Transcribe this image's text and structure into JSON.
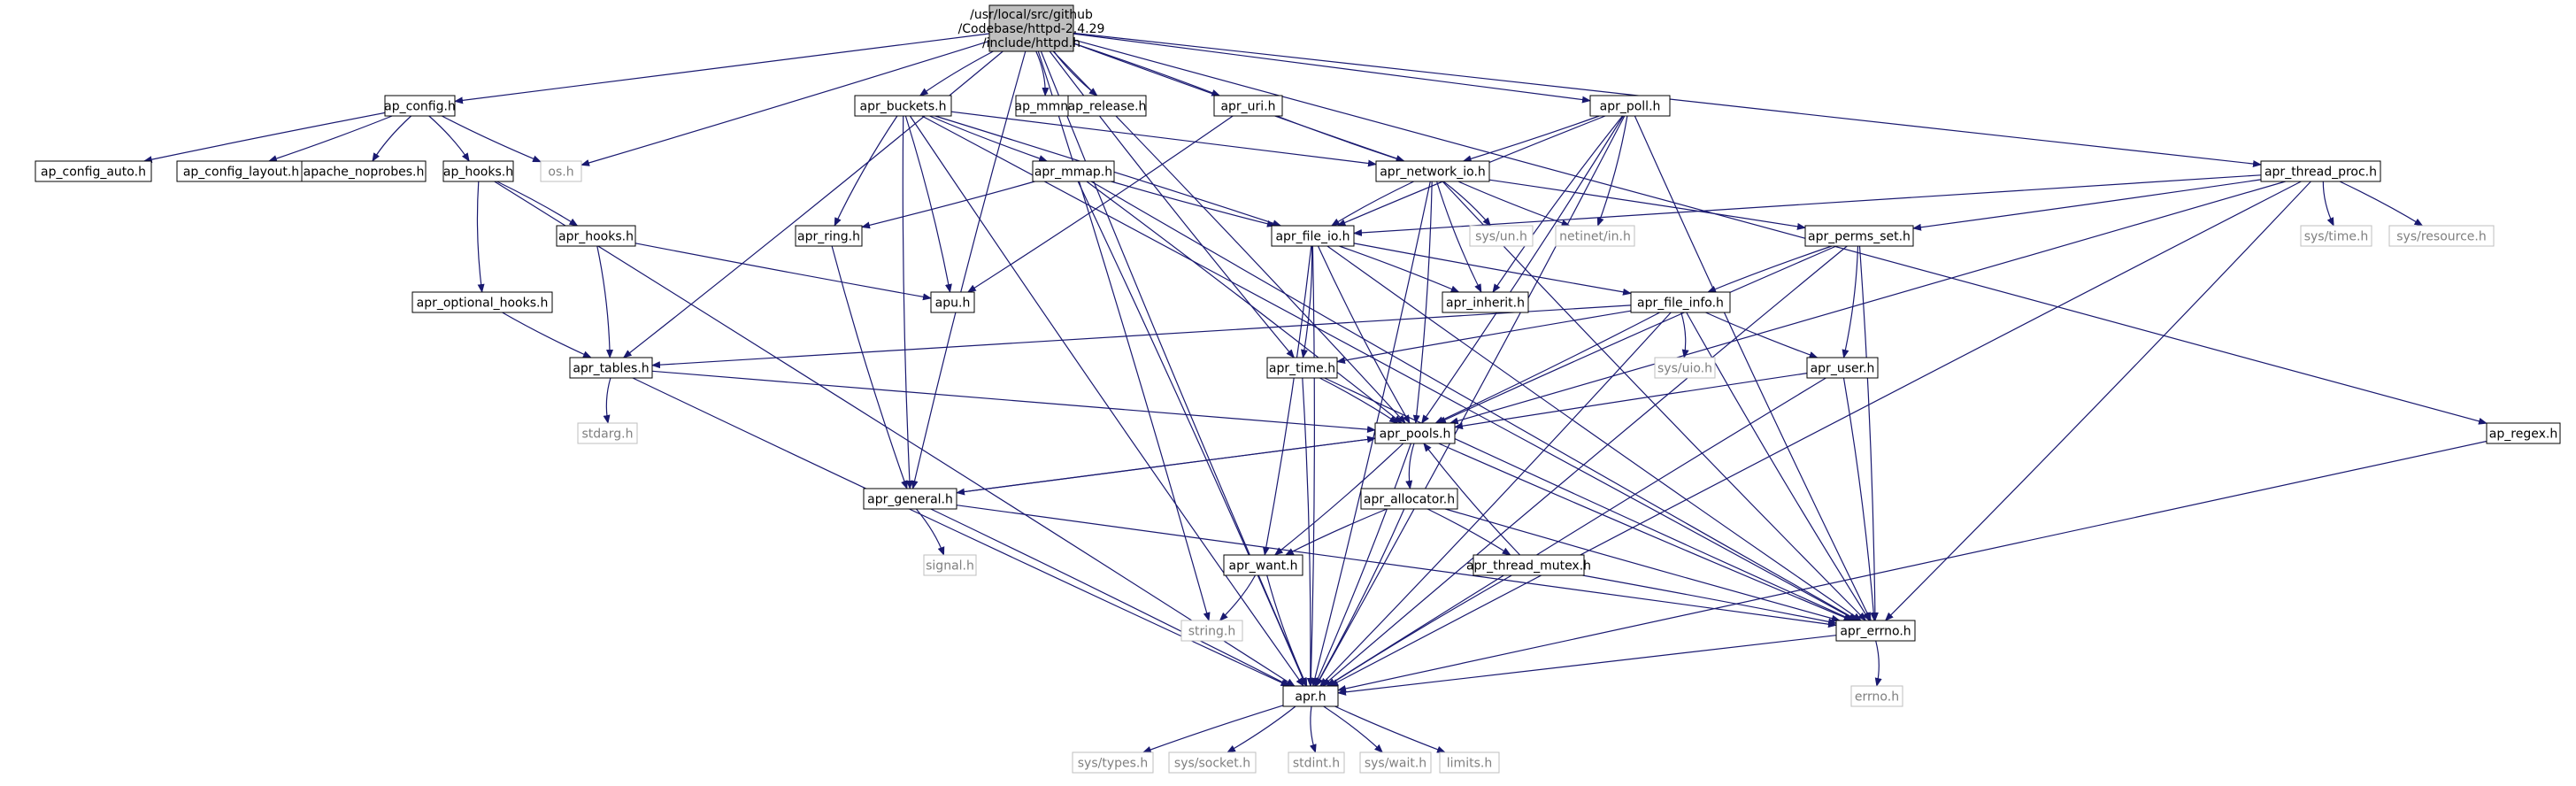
{
  "title": "/usr/local/src/github/Codebase/httpd-2.4.29/include/httpd.h",
  "root": {
    "id": "root",
    "lines": [
      "/usr/local/src/github",
      "/Codebase/httpd-2.4.29",
      "/include/httpd.h"
    ]
  },
  "nodes": [
    {
      "id": "ap_config",
      "label": "ap_config.h"
    },
    {
      "id": "os",
      "label": "os.h",
      "system": true
    },
    {
      "id": "ap_buckets",
      "label": "apr_buckets.h"
    },
    {
      "id": "ap_mmn",
      "label": "ap_mmn.h"
    },
    {
      "id": "ap_release",
      "label": "ap_release.h"
    },
    {
      "id": "apr_uri",
      "label": "apr_uri.h"
    },
    {
      "id": "apr_poll",
      "label": "apr_poll.h"
    },
    {
      "id": "ap_config_auto",
      "label": "ap_config_auto.h"
    },
    {
      "id": "ap_config_layout",
      "label": "ap_config_layout.h"
    },
    {
      "id": "apache_noprobes",
      "label": "apache_noprobes.h"
    },
    {
      "id": "ap_hooks",
      "label": "ap_hooks.h"
    },
    {
      "id": "apr_mmap",
      "label": "apr_mmap.h"
    },
    {
      "id": "apr_network_io",
      "label": "apr_network_io.h"
    },
    {
      "id": "apr_thread_proc",
      "label": "apr_thread_proc.h"
    },
    {
      "id": "apr_hooks",
      "label": "apr_hooks.h"
    },
    {
      "id": "apr_ring",
      "label": "apr_ring.h"
    },
    {
      "id": "apr_file_io",
      "label": "apr_file_io.h"
    },
    {
      "id": "sys_un",
      "label": "sys/un.h",
      "system": true
    },
    {
      "id": "netinet_in",
      "label": "netinet/in.h",
      "system": true
    },
    {
      "id": "apr_perms_set",
      "label": "apr_perms_set.h"
    },
    {
      "id": "sys_time",
      "label": "sys/time.h",
      "system": true
    },
    {
      "id": "sys_resource",
      "label": "sys/resource.h",
      "system": true
    },
    {
      "id": "apu",
      "label": "apu.h"
    },
    {
      "id": "apr_inherit",
      "label": "apr_inherit.h"
    },
    {
      "id": "apr_file_info",
      "label": "apr_file_info.h"
    },
    {
      "id": "apr_optional_hooks",
      "label": "apr_optional_hooks.h"
    },
    {
      "id": "apr_tables",
      "label": "apr_tables.h"
    },
    {
      "id": "apr_time",
      "label": "apr_time.h"
    },
    {
      "id": "sys_uio",
      "label": "sys/uio.h",
      "system": true
    },
    {
      "id": "apr_user",
      "label": "apr_user.h"
    },
    {
      "id": "stdarg",
      "label": "stdarg.h",
      "system": true
    },
    {
      "id": "apr_pools",
      "label": "apr_pools.h"
    },
    {
      "id": "ap_regex",
      "label": "ap_regex.h"
    },
    {
      "id": "apr_general",
      "label": "apr_general.h"
    },
    {
      "id": "apr_allocator",
      "label": "apr_allocator.h"
    },
    {
      "id": "signal",
      "label": "signal.h",
      "system": true
    },
    {
      "id": "apr_want",
      "label": "apr_want.h"
    },
    {
      "id": "apr_thread_mutex",
      "label": "apr_thread_mutex.h"
    },
    {
      "id": "string",
      "label": "string.h",
      "system": true
    },
    {
      "id": "apr_errno",
      "label": "apr_errno.h"
    },
    {
      "id": "apr",
      "label": "apr.h"
    },
    {
      "id": "errno",
      "label": "errno.h",
      "system": true
    },
    {
      "id": "sys_types",
      "label": "sys/types.h",
      "system": true
    },
    {
      "id": "sys_socket",
      "label": "sys/socket.h",
      "system": true
    },
    {
      "id": "stdint",
      "label": "stdint.h",
      "system": true
    },
    {
      "id": "sys_wait",
      "label": "sys/wait.h",
      "system": true
    },
    {
      "id": "limits",
      "label": "limits.h",
      "system": true
    }
  ],
  "edges": [
    [
      "root",
      "ap_config"
    ],
    [
      "root",
      "os"
    ],
    [
      "root",
      "ap_buckets"
    ],
    [
      "root",
      "ap_mmn"
    ],
    [
      "root",
      "ap_release"
    ],
    [
      "root",
      "apr_uri"
    ],
    [
      "root",
      "apr_poll"
    ],
    [
      "root",
      "apr_thread_proc"
    ],
    [
      "root",
      "apr_network_io"
    ],
    [
      "root",
      "apr_tables"
    ],
    [
      "root",
      "apr_general"
    ],
    [
      "root",
      "apr_pools"
    ],
    [
      "root",
      "apr_time"
    ],
    [
      "root",
      "string"
    ],
    [
      "root",
      "apr"
    ],
    [
      "root",
      "ap_regex"
    ],
    [
      "ap_config",
      "ap_config_auto"
    ],
    [
      "ap_config",
      "ap_config_layout"
    ],
    [
      "ap_config",
      "apache_noprobes"
    ],
    [
      "ap_config",
      "ap_hooks"
    ],
    [
      "ap_config",
      "os"
    ],
    [
      "ap_hooks",
      "apr_hooks"
    ],
    [
      "ap_hooks",
      "apr_optional_hooks"
    ],
    [
      "ap_hooks",
      "apr"
    ],
    [
      "apr_hooks",
      "apu"
    ],
    [
      "apr_hooks",
      "apr_tables"
    ],
    [
      "apr_optional_hooks",
      "apr_tables"
    ],
    [
      "ap_buckets",
      "apr_network_io"
    ],
    [
      "ap_buckets",
      "apr_mmap"
    ],
    [
      "ap_buckets",
      "apr_file_io"
    ],
    [
      "ap_buckets",
      "apr_ring"
    ],
    [
      "ap_buckets",
      "apu"
    ],
    [
      "ap_buckets",
      "apr_general"
    ],
    [
      "ap_buckets",
      "apr_errno"
    ],
    [
      "ap_buckets",
      "apr"
    ],
    [
      "apr_uri",
      "apu"
    ],
    [
      "apr_uri",
      "apr_network_io"
    ],
    [
      "apr_mmap",
      "apr_ring"
    ],
    [
      "apr_mmap",
      "apr_file_io"
    ],
    [
      "apr_mmap",
      "apr_pools"
    ],
    [
      "apr_mmap",
      "apr_errno"
    ],
    [
      "apr_mmap",
      "apr"
    ],
    [
      "apr_ring",
      "apr_general"
    ],
    [
      "apr_poll",
      "apr_network_io"
    ],
    [
      "apr_poll",
      "apr_file_io"
    ],
    [
      "apr_poll",
      "netinet_in"
    ],
    [
      "apr_poll",
      "apr_inherit"
    ],
    [
      "apr_poll",
      "apr_pools"
    ],
    [
      "apr_poll",
      "apr_errno"
    ],
    [
      "apr_poll",
      "apr"
    ],
    [
      "apr_network_io",
      "apr_file_io"
    ],
    [
      "apr_network_io",
      "sys_un"
    ],
    [
      "apr_network_io",
      "netinet_in"
    ],
    [
      "apr_network_io",
      "apr_perms_set"
    ],
    [
      "apr_network_io",
      "apr_inherit"
    ],
    [
      "apr_network_io",
      "apr_pools"
    ],
    [
      "apr_network_io",
      "apr_errno"
    ],
    [
      "apr_network_io",
      "apr"
    ],
    [
      "apr_thread_proc",
      "apr_file_io"
    ],
    [
      "apr_thread_proc",
      "apr_perms_set"
    ],
    [
      "apr_thread_proc",
      "sys_time"
    ],
    [
      "apr_thread_proc",
      "sys_resource"
    ],
    [
      "apr_thread_proc",
      "apr_pools"
    ],
    [
      "apr_thread_proc",
      "apr_errno"
    ],
    [
      "apr_thread_proc",
      "apr"
    ],
    [
      "apr_file_io",
      "apr_inherit"
    ],
    [
      "apr_file_io",
      "apr_file_info"
    ],
    [
      "apr_file_io",
      "apr_time"
    ],
    [
      "apr_file_io",
      "apr_pools"
    ],
    [
      "apr_file_io",
      "apr_want"
    ],
    [
      "apr_file_io",
      "apr_errno"
    ],
    [
      "apr_file_io",
      "apr"
    ],
    [
      "apr_perms_set",
      "apr_file_info"
    ],
    [
      "apr_perms_set",
      "apr_user"
    ],
    [
      "apr_perms_set",
      "apr_pools"
    ],
    [
      "apr_perms_set",
      "apr_errno"
    ],
    [
      "apr_perms_set",
      "apr"
    ],
    [
      "apr_file_info",
      "apr_tables"
    ],
    [
      "apr_file_info",
      "apr_time"
    ],
    [
      "apr_file_info",
      "sys_uio"
    ],
    [
      "apr_file_info",
      "apr_user"
    ],
    [
      "apr_file_info",
      "apr_pools"
    ],
    [
      "apr_file_info",
      "apr_errno"
    ],
    [
      "apr_file_info",
      "apr"
    ],
    [
      "apr_tables",
      "stdarg"
    ],
    [
      "apr_tables",
      "apr_pools"
    ],
    [
      "apr_tables",
      "apr"
    ],
    [
      "apr_time",
      "apr_pools"
    ],
    [
      "apr_time",
      "apr_errno"
    ],
    [
      "apr_time",
      "apr"
    ],
    [
      "apr_user",
      "apr_pools"
    ],
    [
      "apr_user",
      "apr_errno"
    ],
    [
      "apr_user",
      "apr"
    ],
    [
      "apr_pools",
      "apr_general"
    ],
    [
      "apr_pools",
      "apr_allocator"
    ],
    [
      "apr_pools",
      "apr_want"
    ],
    [
      "apr_pools",
      "apr_errno"
    ],
    [
      "apr_pools",
      "apr"
    ],
    [
      "apr_general",
      "apr_pools"
    ],
    [
      "apr_general",
      "signal"
    ],
    [
      "apr_general",
      "apr_errno"
    ],
    [
      "apr_general",
      "apr"
    ],
    [
      "apr_allocator",
      "apr_want"
    ],
    [
      "apr_allocator",
      "apr_thread_mutex"
    ],
    [
      "apr_allocator",
      "apr_errno"
    ],
    [
      "apr_allocator",
      "apr"
    ],
    [
      "apr_thread_mutex",
      "apr_pools"
    ],
    [
      "apr_thread_mutex",
      "apr_errno"
    ],
    [
      "apr_thread_mutex",
      "apr"
    ],
    [
      "apr_want",
      "string"
    ],
    [
      "apr_want",
      "apr"
    ],
    [
      "apr_errno",
      "errno"
    ],
    [
      "apr_errno",
      "apr"
    ],
    [
      "ap_regex",
      "apr"
    ],
    [
      "apr",
      "sys_types"
    ],
    [
      "apr",
      "sys_socket"
    ],
    [
      "apr",
      "stdint"
    ],
    [
      "apr",
      "sys_wait"
    ],
    [
      "apr",
      "limits"
    ]
  ]
}
